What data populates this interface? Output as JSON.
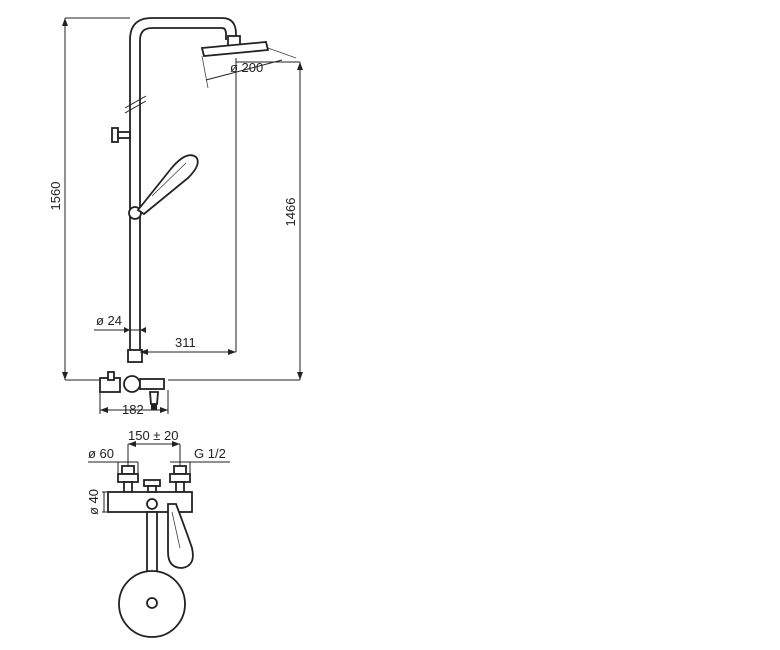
{
  "drawing": {
    "dimensions": {
      "total_height": "1560",
      "head_height": "1466",
      "head_diameter": "ø 200",
      "pipe_diameter": "ø 24",
      "head_reach": "311",
      "mixer_depth": "182",
      "inlet_spacing": "150 ± 20",
      "escutcheon_diameter": "ø 60",
      "thread": "G 1/2",
      "body_diameter": "ø 40"
    }
  }
}
